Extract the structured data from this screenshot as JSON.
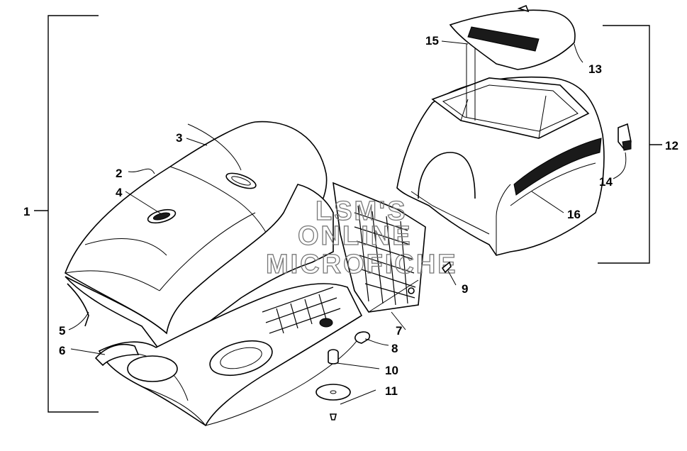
{
  "callouts": {
    "c1": "1",
    "c2": "2",
    "c3": "3",
    "c4": "4",
    "c5": "5",
    "c6": "6",
    "c7": "7",
    "c8": "8",
    "c9": "9",
    "c10": "10",
    "c11": "11",
    "c12": "12",
    "c13": "13",
    "c14": "14",
    "c15": "15",
    "c16": "16"
  },
  "watermark": {
    "line1": "LSM'S",
    "line2": "ONLINE",
    "line3": "MICROFICHE"
  }
}
